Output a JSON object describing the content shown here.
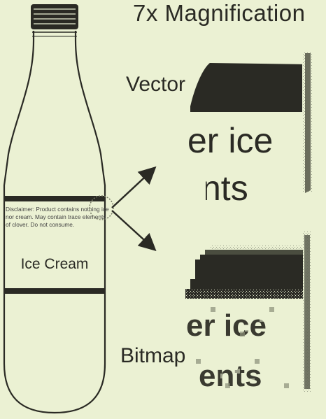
{
  "title": "7x Magnification",
  "vector_label": "Vector",
  "bitmap_label": "Bitmap",
  "bottle": {
    "label_name": "Ice Cream",
    "disclaimer_lines": [
      "Disclaimer: Product contains nothing ice",
      "nor cream. May contain trace elements",
      "of clover. Do not consume."
    ]
  },
  "vector_zoom": {
    "line1": "er ice",
    "line2": "nts"
  },
  "bitmap_zoom": {
    "line1": "er ice",
    "line2": "ents"
  },
  "colors": {
    "background": "#ebf1d3",
    "ink": "#2a2a24",
    "glass_outline": "#2a2a24"
  }
}
